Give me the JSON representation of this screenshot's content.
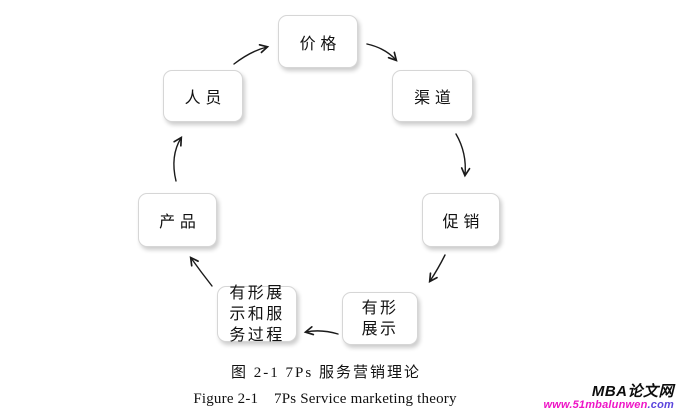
{
  "figure": {
    "caption_zh": "图 2-1 7Ps 服务营销理论",
    "caption_en": "Figure 2-1    7Ps Service marketing theory"
  },
  "diagram": {
    "nodes": {
      "price": {
        "label": "价格"
      },
      "personnel": {
        "label": "人员"
      },
      "channel": {
        "label": "渠道"
      },
      "promotion": {
        "label": "促销"
      },
      "product": {
        "label": "产品"
      },
      "evidence_process": {
        "label": "有形展示和服务过程"
      },
      "evidence": {
        "label": "有形展示"
      }
    },
    "edges": [
      {
        "from": "人员",
        "to": "价格"
      },
      {
        "from": "价格",
        "to": "渠道"
      },
      {
        "from": "渠道",
        "to": "促销"
      },
      {
        "from": "促销",
        "to": "有形展示"
      },
      {
        "from": "有形展示",
        "to": "有形展示和服务过程"
      },
      {
        "from": "有形展示和服务过程",
        "to": "产品"
      },
      {
        "from": "产品",
        "to": "人员"
      }
    ]
  },
  "watermark": {
    "brand": "MBA论文网",
    "url_main": "www.51mbalunwen",
    "url_suffix": ".com"
  },
  "colors": {
    "background": "#ffffff",
    "node_fill": "#ffffff",
    "node_border": "#d6d6d6",
    "arrow": "#1a1a1a",
    "text": "#111111",
    "watermark_brand": "#0d0d0d",
    "watermark_url_start": "#ee14c6",
    "watermark_url_end": "#5b45dd"
  }
}
